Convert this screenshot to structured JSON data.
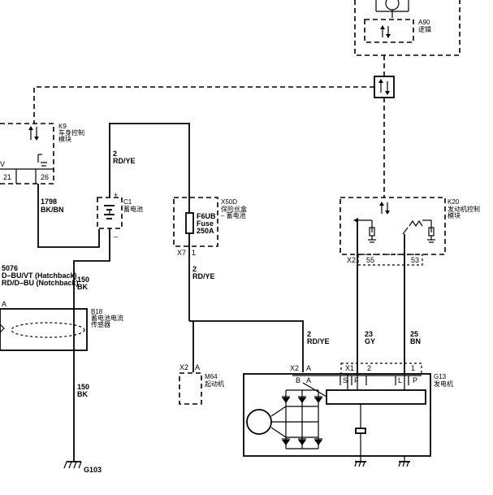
{
  "modules": {
    "a90": {
      "code": "A90",
      "name": "逻辑"
    },
    "k9": {
      "code": "K9",
      "name_line1": "车身控制",
      "name_line2": "模块",
      "pins": [
        "21",
        "26"
      ],
      "edge_label": "V"
    },
    "k20": {
      "code": "K20",
      "name_line1": "发动机控制",
      "name_line2": "模块",
      "connector": "X2",
      "pins": [
        "55",
        "53"
      ]
    },
    "x50d": {
      "code": "X50D",
      "name_line1": "保险丝盒",
      "name_line2": "– 蓄电池",
      "connector": "X7",
      "pin": "1"
    },
    "fuse": {
      "line1": "F6UB",
      "line2": "Fuse",
      "line3": "250A"
    },
    "c1": {
      "code": "C1",
      "name": "蓄电池",
      "plus": "+",
      "minus": "–"
    },
    "b18": {
      "code": "B18",
      "name_line1": "蓄电池电流",
      "name_line2": "传感器",
      "pin": "A"
    },
    "m64": {
      "code": "M64",
      "name": "起动机",
      "connector": "X2",
      "pin": "A"
    },
    "g13": {
      "code": "G13",
      "name": "发电机",
      "connector_x2": "X2",
      "connector_x1": "X1",
      "pin_b": "B",
      "pin_a": "A",
      "pin_s": "S",
      "pin_f": "F",
      "pin_l": "L",
      "pin_p": "P",
      "pin_2": "2",
      "pin_1": "1"
    }
  },
  "wires": {
    "w1798": {
      "circuit": "1798",
      "color": "BK/BN"
    },
    "w2_top": {
      "circuit": "2",
      "color": "RD/YE"
    },
    "w2_fuse": {
      "circuit": "2",
      "color": "RD/YE"
    },
    "w2_gen": {
      "circuit": "2",
      "color": "RD/YE"
    },
    "w150_top": {
      "circuit": "150",
      "color": "BK"
    },
    "w150_bot": {
      "circuit": "150",
      "color": "BK"
    },
    "w23": {
      "circuit": "23",
      "color": "GY"
    },
    "w25": {
      "circuit": "25",
      "color": "BN"
    },
    "w5076": {
      "circuit": "5076",
      "line1": "D–BU/VT (Hatchback)",
      "line2": "RD/D–BU (Notchback)"
    }
  },
  "ground": {
    "name": "G103"
  }
}
